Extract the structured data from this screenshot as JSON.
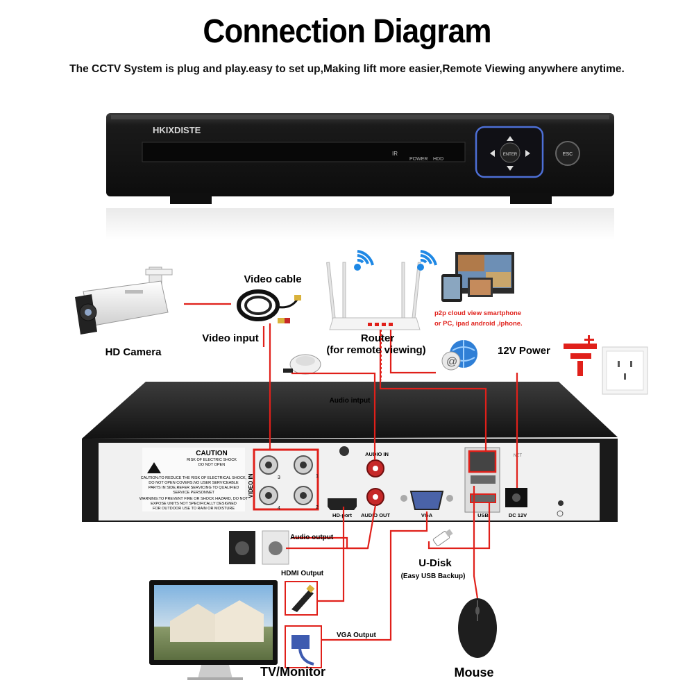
{
  "title": "Connection Diagram",
  "subtitle": "The CCTV System is plug and play.easy to set up,Making lift more easier,Remote Viewing anywhere anytime.",
  "dvr_front": {
    "brand": "HKIXDISTE",
    "ir": "IR",
    "power": "POWER",
    "hdd": "HDD",
    "enter": "ENTER",
    "esc": "ESC"
  },
  "labels": {
    "video_cable": "Video cable",
    "hd_camera": "HD Camera",
    "video_input": "Video input",
    "router": "Router",
    "router_sub": "(for remote viewing)",
    "p2p_line1": "p2p cloud  view smartphone",
    "p2p_line2": "or PC, ipad android ,iphone.",
    "power_12v": "12V Power",
    "audio_input": "Audio intput",
    "audio_output": "Audio output",
    "hdmi_output": "HDMI Output",
    "vga_output": "VGA Output",
    "udisk": "U-Disk",
    "udisk_sub": "(Easy USB Backup)",
    "tv_monitor": "TV/Monitor",
    "mouse": "Mouse"
  },
  "dvr_rear": {
    "caution": "CAUTION",
    "caution_sub1": "RISK OF ELECTRIC SHOCK",
    "caution_sub2": "DO NOT OPEN",
    "caution_body1": "CAUTION:TO REDUCE THE RISK OF ELECTRICAL SHOCK,",
    "caution_body2": "DO NOT OPEN COVERS.NO USER SERVICEABLE",
    "caution_body3": "PARTS IN SIDE,REFER SERVICING TO QUALIFIED",
    "caution_body4": "SERVICE PERSONNET",
    "caution_body5": "WARNING:TO PREVENT FIRE OR SHOCK HAZARD, DO NOT",
    "caution_body6": "EXPOSE UNITS NOT SPECIFICALLY DESIGNED",
    "caution_body7": "FOR OUTDOOR USE TO RAIN OR MOISTURE",
    "video_in": "VIDEO IN",
    "ch1": "1",
    "ch2": "2",
    "ch3": "3",
    "ch4": "4",
    "audio_in": "AUDIO IN",
    "audio_out": "AUDIO OUT",
    "hd_port": "HD-port",
    "vga": "VGA",
    "net": "NET",
    "usb": "USB",
    "dc12v": "DC 12V"
  },
  "colors": {
    "accent": "#e0201a",
    "device_dark": "#1c1c1c",
    "panel": "#f1f1f1"
  }
}
